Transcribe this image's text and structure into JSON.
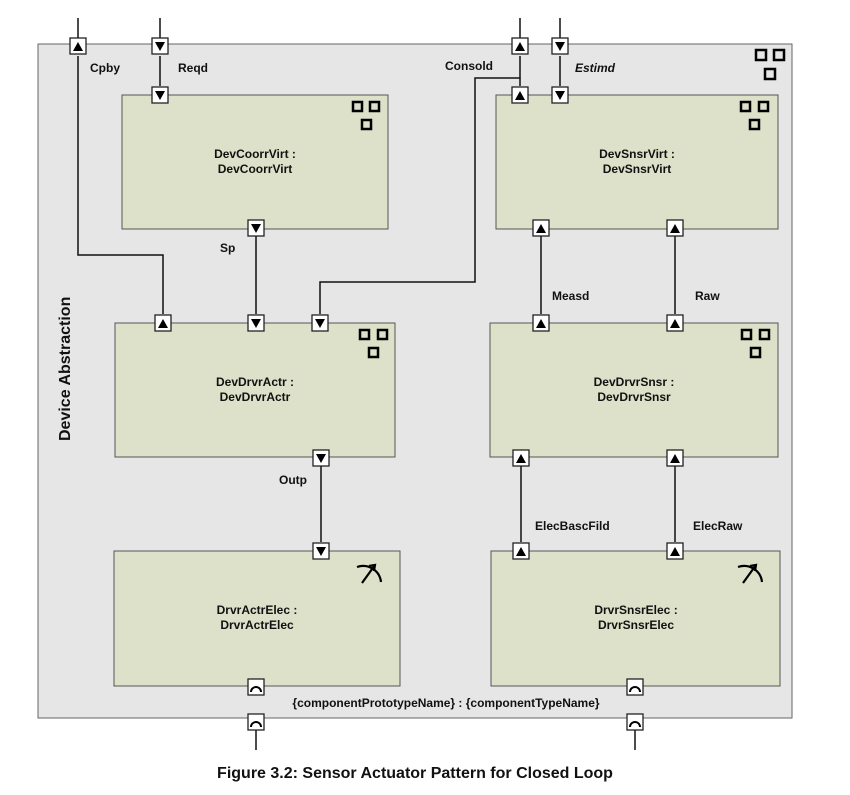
{
  "diagram": {
    "container_label": "Device Abstraction",
    "bottom_note": "{componentPrototypeName} : {componentTypeName}",
    "caption": "Figure 3.2: Sensor Actuator Pattern for Closed Loop",
    "outer_ports": {
      "cpby": "Cpby",
      "reqd": "Reqd",
      "consold": "Consold",
      "estimd": "Estimd"
    },
    "connector_labels": {
      "sp": "Sp",
      "measd": "Measd",
      "raw": "Raw",
      "outp": "Outp",
      "elec_basc_fild": "ElecBascFild",
      "elec_raw": "ElecRaw"
    },
    "components": {
      "dev_coorr_virt": {
        "line1": "DevCoorrVirt :",
        "line2": "DevCoorrVirt",
        "icon": "composition-icon"
      },
      "dev_snsr_virt": {
        "line1": "DevSnsrVirt :",
        "line2": "DevSnsrVirt",
        "icon": "composition-icon"
      },
      "dev_drvr_actr": {
        "line1": "DevDrvrActr :",
        "line2": "DevDrvrActr",
        "icon": "composition-icon"
      },
      "dev_drvr_snsr": {
        "line1": "DevDrvrSnsr :",
        "line2": "DevDrvrSnsr",
        "icon": "composition-icon"
      },
      "drvr_actr_elec": {
        "line1": "DrvrActrElec :",
        "line2": "DrvrActrElec",
        "icon": "sensor-actuator-icon"
      },
      "drvr_snsr_elec": {
        "line1": "DrvrSnsrElec :",
        "line2": "DrvrSnsrElec",
        "icon": "sensor-actuator-icon"
      }
    }
  }
}
